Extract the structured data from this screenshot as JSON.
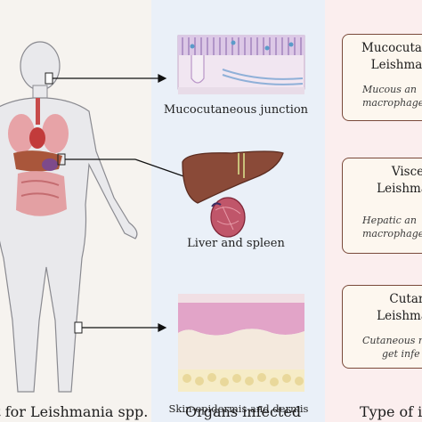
{
  "columns": {
    "host": "st for Leishmania spp.",
    "organs": "Organs infected",
    "type": "Type of in"
  },
  "organs": {
    "mucocutaneous": "Mucocutaneous junction",
    "liver": "Liver and spleen",
    "skin": "Skin-epidermis and dermis"
  },
  "cards": {
    "mucocutaneous": {
      "title_line1": "Mucocuta",
      "title_line2": "Leishmani",
      "desc_line1": "Mucous an",
      "desc_line2": "macrophages g"
    },
    "visceral": {
      "title_line1": "Visce",
      "title_line2": "Leishma",
      "desc_line1": "Hepatic an",
      "desc_line2": "macrophages"
    },
    "cutaneous": {
      "title_line1": "Cutan",
      "title_line2": "Leishma",
      "desc_line1": "Cutaneous m",
      "desc_line2": "get infe"
    }
  },
  "colors": {
    "host_bg": "#f6f3ef",
    "organs_bg": "#eaf0f8",
    "type_bg": "#fbeeee",
    "card_border": "#7a4a3a"
  }
}
